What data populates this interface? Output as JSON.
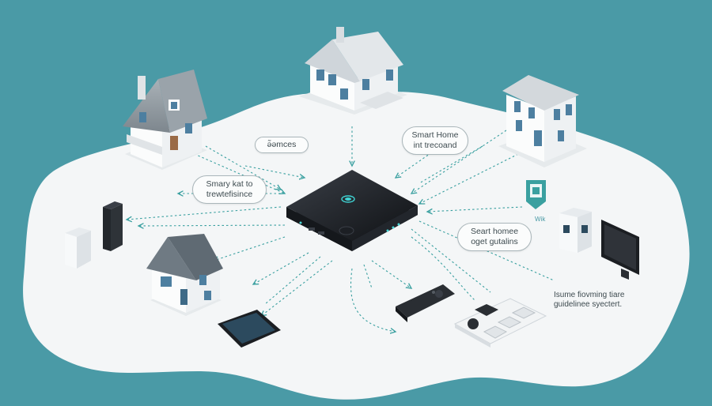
{
  "annotations": {
    "bubble_top_left": "ə̃əmces",
    "bubble_left": [
      "Smary kat to",
      "trewtefisince"
    ],
    "bubble_top_right": [
      "Smart Home",
      "int trecoand"
    ],
    "bubble_right": [
      "Seart homee",
      "oget gutalins"
    ],
    "note_bottom_right": [
      "Isume fiovming tiare",
      "guidelinee syectert."
    ],
    "device_small_label": "Wik"
  },
  "colors": {
    "background": "#4a9aa6",
    "platform": "#f4f6f7",
    "accent_teal": "#3aa0a0",
    "hub_body": "#1c1f24"
  },
  "icons": [
    "house-icon",
    "router-hub-icon",
    "tablet-icon",
    "monitor-icon",
    "server-tower-icon",
    "smart-remote-icon",
    "smart-switch-panel-icon",
    "wifi-icon",
    "location-pin-icon"
  ]
}
